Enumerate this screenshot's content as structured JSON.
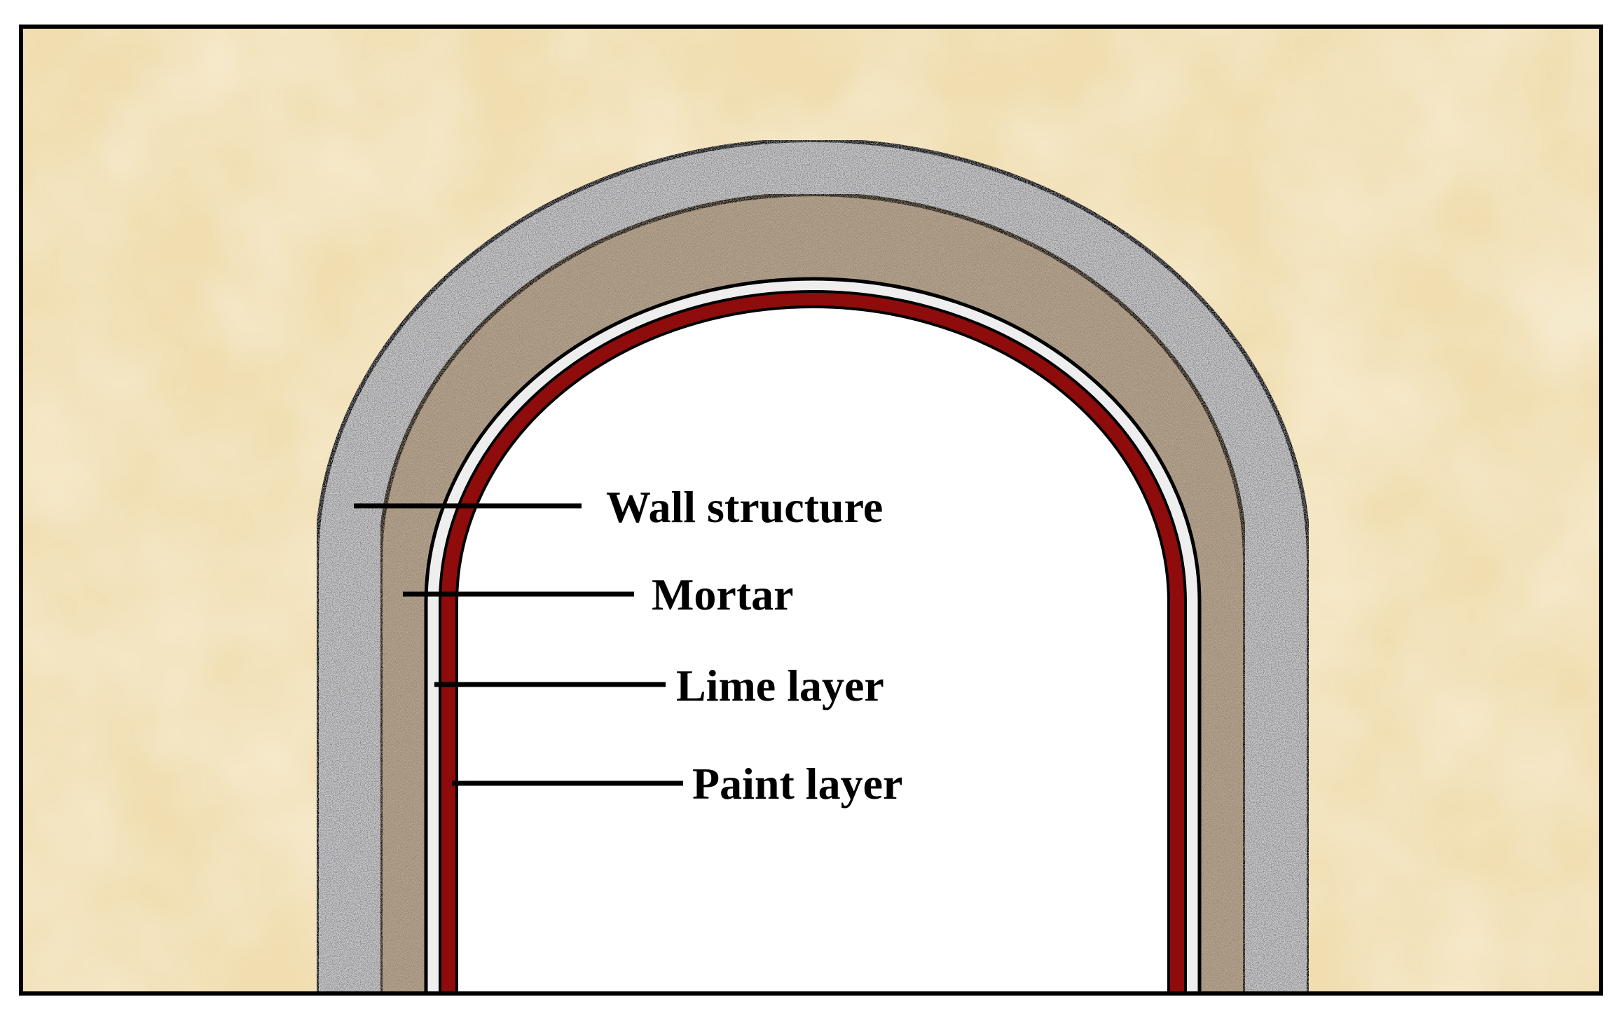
{
  "labels": {
    "wall_structure": "Wall structure",
    "mortar": "Mortar",
    "lime_layer": "Lime layer",
    "paint_layer": "Paint layer"
  },
  "colors": {
    "background_wall": "#f0ddb0",
    "wall_structure": "#c9c9c9",
    "mortar": "#b8a58e",
    "lime_layer": "#eeeeee",
    "paint_layer": "#8e0c0c",
    "opening": "#ffffff",
    "outline": "#000000"
  }
}
